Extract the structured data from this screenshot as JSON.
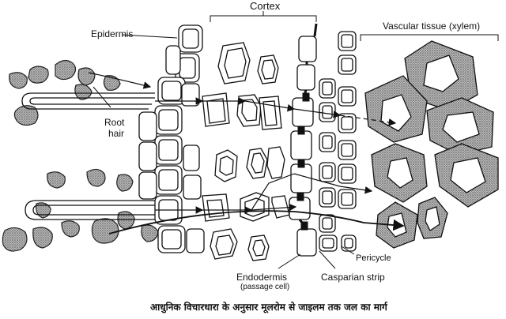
{
  "labels": {
    "epidermis": "Epidermis",
    "cortex": "Cortex",
    "vascular_tissue": "Vascular tissue (xylem)",
    "root_hair_line1": "Root",
    "root_hair_line2": "hair",
    "pericycle": "Pericycle",
    "endodermis": "Endodermis",
    "passage_cell": "(passage cell)",
    "casparian_strip": "Casparian strip"
  },
  "caption": "आधुनिक विचारधारा के अनुसार मूलरोम से जाइलम तक जल का मार्ग",
  "colors": {
    "ink": "#111111",
    "stipple": "#8a8a8a",
    "background": "#ffffff"
  }
}
